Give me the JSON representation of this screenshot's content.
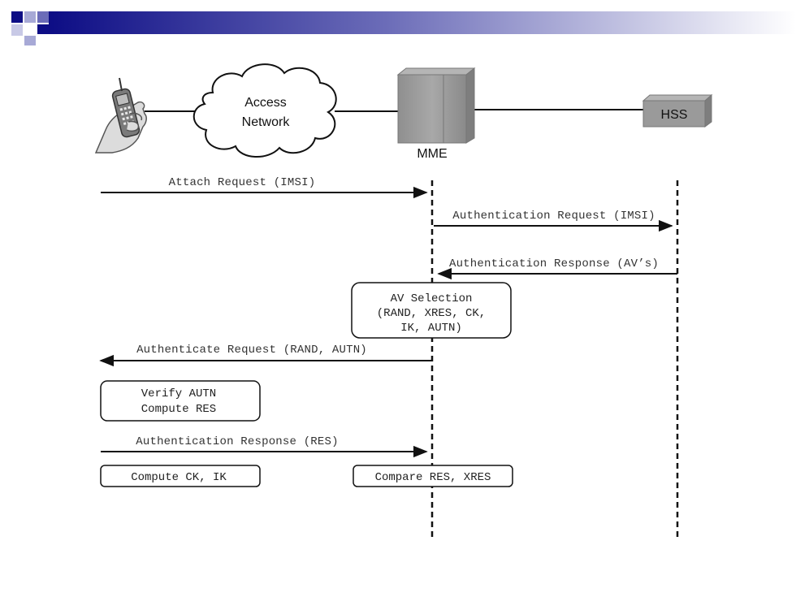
{
  "colors": {
    "banner_dark": "#0d0d85",
    "banner_mid": "#3b3ba6",
    "banner_light": "#a7a9d6",
    "line": "#111111",
    "cabinet": "#9a9a9a",
    "hss_box": "#9a9a9a"
  },
  "icons": {
    "handset": "mobile-phone-in-hand-icon",
    "cloud": "cloud-icon",
    "mme": "server-cabinet-icon",
    "hss": "database-box-icon"
  },
  "entities": {
    "access_network_line1": "Access",
    "access_network_line2": "Network",
    "mme_label": "MME",
    "hss_label": "HSS"
  },
  "messages": {
    "attach_request": "Attach Request (IMSI)",
    "auth_request": "Authentication Request (IMSI)",
    "auth_response_hss": "Authentication Response (AV’s)",
    "authenticate_request": "Authenticate Request (RAND, AUTN)",
    "auth_response_ue": "Authentication Response (RES)"
  },
  "boxes": {
    "av_selection_line1": "AV Selection",
    "av_selection_line2": "(RAND, XRES, CK,",
    "av_selection_line3": "IK, AUTN)",
    "verify_line1": "Verify AUTN",
    "verify_line2": "Compute RES",
    "compute_ck_ik": "Compute CK, IK",
    "compare_res": "Compare RES, XRES"
  }
}
